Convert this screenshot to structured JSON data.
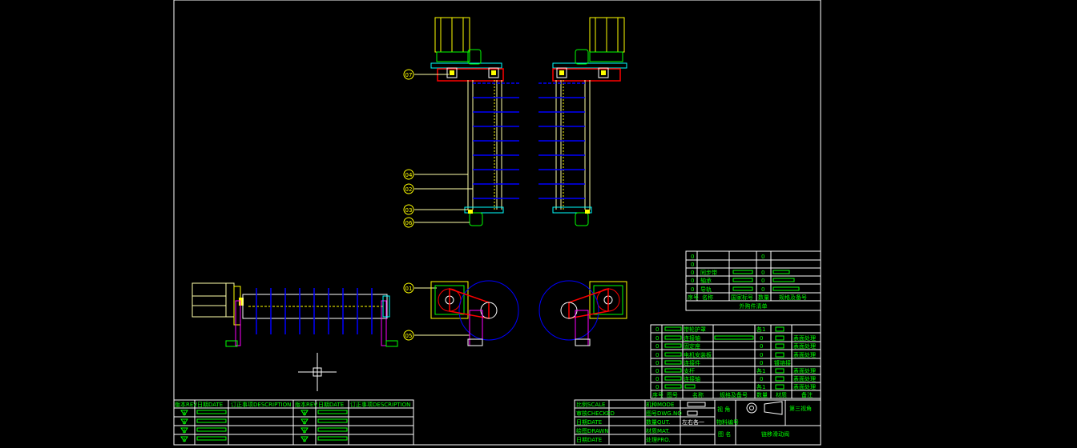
{
  "drawing": {
    "bg_color": "#000000",
    "colors": {
      "frame": "#ffffff",
      "yellow": "#ffff00",
      "green": "#00ff00",
      "blue": "#0000ff",
      "red": "#ff0000",
      "magenta": "#ff00ff",
      "cyan": "#00ffff",
      "dark_yellow": "#ffffaa"
    },
    "balloons": {
      "b07": "07",
      "b04": "04",
      "b02": "02",
      "b03": "03",
      "b06": "06",
      "b01": "01",
      "b05": "05"
    }
  },
  "small_bom": {
    "rows": [
      {
        "no": "0",
        "name": "",
        "qty": "0"
      },
      {
        "no": "0",
        "name": "",
        "qty": ""
      },
      {
        "no": "0",
        "name": "同步带",
        "qty": "0"
      },
      {
        "no": "0",
        "name": "轴承",
        "qty": "0"
      },
      {
        "no": "0",
        "name": "导轨",
        "qty": "0"
      }
    ],
    "header": {
      "no": "序号",
      "name": "名称",
      "code": "国家标号",
      "qty": "数量",
      "spec": "规格及备号"
    },
    "title": "外购件清单"
  },
  "main_bom": {
    "rows": [
      {
        "no": "0",
        "name": "带轮护罩",
        "qty": "各1",
        "note": ""
      },
      {
        "no": "0",
        "name": "连接轴",
        "qty": "0",
        "note": "表面处理"
      },
      {
        "no": "0",
        "name": "固定座",
        "qty": "0",
        "note": "表面处理"
      },
      {
        "no": "0",
        "name": "电机安装板",
        "qty": "0",
        "note": "表面处理"
      },
      {
        "no": "0",
        "name": "连接件",
        "qty": "0",
        "note": "镀铬接"
      },
      {
        "no": "0",
        "name": "支杆",
        "qty": "各1",
        "note": "表面处理"
      },
      {
        "no": "0",
        "name": "连接轴",
        "qty": "0",
        "note": "表面处理"
      },
      {
        "no": "0",
        "name": "",
        "qty": "各1",
        "note": "表面处理"
      }
    ],
    "header": {
      "no": "序号",
      "code": "图号",
      "name": "名称",
      "spec": "规格及备号",
      "qty": "数量",
      "mat": "材质",
      "note": "备注"
    }
  },
  "revision": {
    "h_rev": "版本REV",
    "h_date": "日期DATE",
    "h_desc": "订正事项DESCRIPTION",
    "mark": "A"
  },
  "title_block": {
    "scale": "比例SCALE",
    "mode": "机种MODE",
    "checked": "审核CHECKED",
    "dwg_no": "图号DWG.NO",
    "date1": "日期DATE",
    "qty_cut": "数量QUT.",
    "qty_val": "左右各一",
    "part_no": "物料编号",
    "drawn": "绘图DRAWN",
    "mat": "材质MAT.",
    "date2": "日期DATE",
    "proc": "处理PRO.",
    "view": "视 角",
    "view_name": "第三视角",
    "drawing_name_label": "图 名",
    "drawing_name": "链移滑动阀"
  }
}
